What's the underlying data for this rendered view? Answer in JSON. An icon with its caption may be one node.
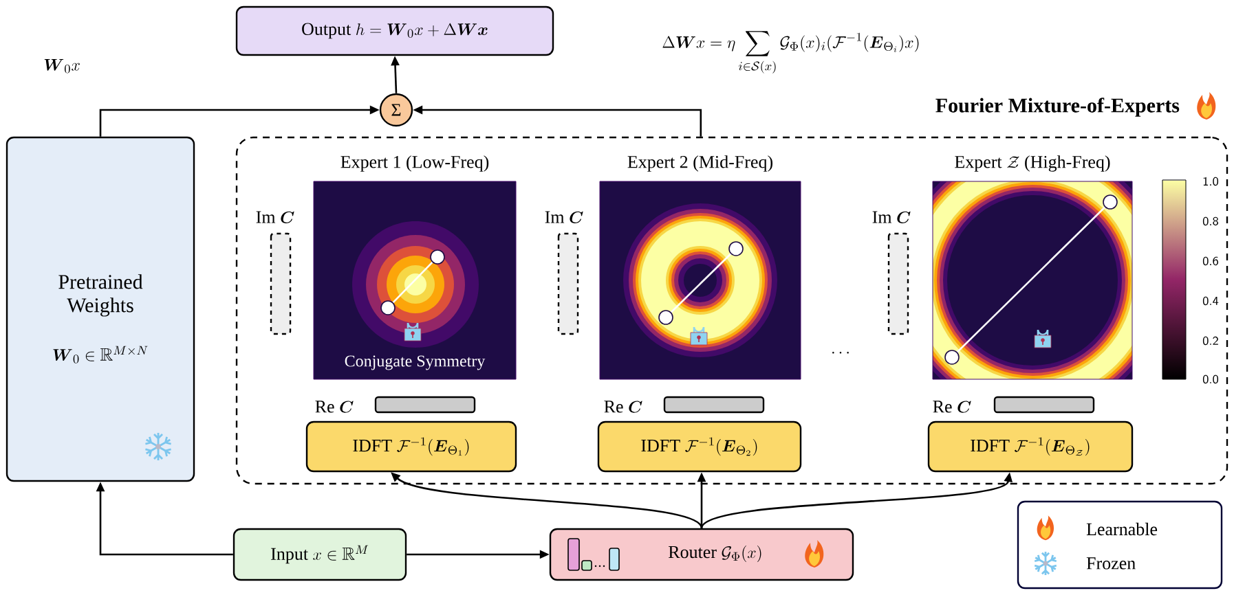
{
  "diagram": {
    "nodes": [
      {
        "text": [
          "\\text{Output } h = \\boldsymbol{W}_0x + \\Delta\\boldsymbol{W}\\boldsymbol{x}"
        ]
      },
      {
        "text": [
          "Σ"
        ]
      },
      {
        "text": [
          "Pretrained Weights",
          "\\boldsymbol{W}_0 \\in \\mathbb{R}^{M\\times N}"
        ]
      },
      {
        "text": [
          "Fourier Mixture-of-Experts"
        ]
      },
      {
        "text": [
          "Expert 1 (Low-Freq)",
          "Conjugate Symmetry"
        ],
        "in": 3
      },
      {
        "text": [
          "Expert 2 (Mid-Freq)"
        ],
        "in": 3
      },
      {
        "text": [
          "\\text{Expert } \\mathcal{Z} \\text{ (High-Freq)}"
        ],
        "in": 3
      },
      {
        "text": [
          "\\text{IDFT } \\mathcal{F}^{-1}(\\boldsymbol{E}_{\\Theta_1})"
        ],
        "in": 3
      },
      {
        "text": [
          "\\text{IDFT } \\mathcal{F}^{-1}(\\boldsymbol{E}_{\\Theta_2})"
        ],
        "in": 3
      },
      {
        "text": [
          "\\text{IDFT } \\mathcal{F}^{-1}(\\boldsymbol{E}_{\\Theta_{\\mathcal{Z}}})"
        ],
        "in": 3
      },
      {
        "text": [
          "\\text{Input } x \\in \\mathbb{R}^M"
        ]
      },
      {
        "text": [
          "\\text{Router } \\mathcal{G}_\\Phi(x)"
        ]
      }
    ],
    "edges": [
      {
        "from": 2,
        "to": 1,
        "arrow": "to",
        "label": "\\boldsymbol{W}_0x"
      },
      {
        "from": 3,
        "to": 1,
        "arrow": "to",
        "label": "\\Delta\\boldsymbol{W}x = \\eta \\sum_{i\\in\\mathcal{S}(x)} \\mathcal{G}_\\Phi(x)_i(\\mathcal{F}^{-1}(\\boldsymbol{E}_{\\Theta_i})x)"
      },
      {
        "from": 1,
        "to": 0,
        "arrow": "to"
      },
      {
        "from": 10,
        "to": 2,
        "arrow": "to"
      },
      {
        "from": 10,
        "to": 11,
        "arrow": "to"
      },
      {
        "from": 11,
        "to": 7,
        "arrow": "to"
      },
      {
        "from": 11,
        "to": 8,
        "arrow": "to"
      },
      {
        "from": 11,
        "to": 9,
        "arrow": "to"
      }
    ],
    "labels": [
      "\\text{Im } \\boldsymbol{C}",
      "\\text{Im } \\boldsymbol{C}",
      "\\cdots",
      "\\text{Im } \\boldsymbol{C}",
      "1.0",
      "0.8",
      "0.6",
      "0.4",
      "0.2",
      "0.0",
      "\\text{Re } \\boldsymbol{C}",
      "\\text{Re } \\boldsymbol{C}",
      "\\text{Re } \\boldsymbol{C}"
    ],
    "legend": [
      {
        "text": "Learnable"
      },
      {
        "text": "Frozen"
      }
    ]
  }
}
